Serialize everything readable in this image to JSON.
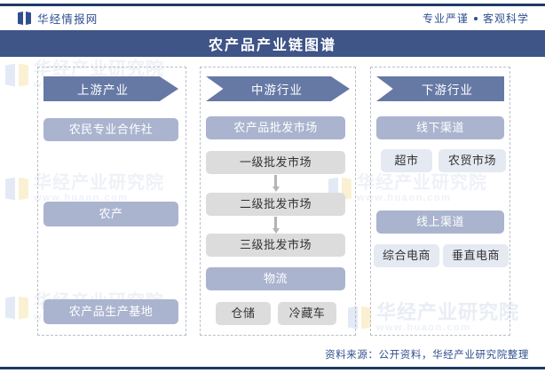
{
  "header": {
    "brand_icon": "book-logo-icon",
    "brand_name": "华经情报网",
    "slogan_left": "专业严谨",
    "slogan_right": "客观科学"
  },
  "title": "农产品产业链图谱",
  "columns": [
    {
      "key": "upstream",
      "heading": "上游产业",
      "items": [
        {
          "label": "农民专业合作社",
          "style": "blue"
        },
        {
          "label": "农产",
          "style": "blue"
        },
        {
          "label": "农产品生产基地",
          "style": "blue"
        }
      ]
    },
    {
      "key": "midstream",
      "heading": "中游行业",
      "items": [
        {
          "label": "农产品批发市场",
          "style": "blue"
        },
        {
          "label": "一级批发市场",
          "style": "gray"
        },
        {
          "label": "二级批发市场",
          "style": "gray"
        },
        {
          "label": "三级批发市场",
          "style": "gray"
        },
        {
          "label": "物流",
          "style": "blue"
        },
        {
          "label": "仓储",
          "style": "gray"
        },
        {
          "label": "冷藏车",
          "style": "gray"
        }
      ]
    },
    {
      "key": "downstream",
      "heading": "下游行业",
      "items": [
        {
          "label": "线下渠道",
          "style": "blue"
        },
        {
          "label": "超市",
          "style": "pale"
        },
        {
          "label": "农贸市场",
          "style": "pale"
        },
        {
          "label": "线上渠道",
          "style": "blue"
        },
        {
          "label": "综合电商",
          "style": "pale"
        },
        {
          "label": "垂直电商",
          "style": "pale"
        }
      ]
    }
  ],
  "watermark": {
    "text": "华经产业研究院",
    "url": "www.huaon.com"
  },
  "footer": {
    "source": "资料来源：公开资料，华经产业研究院整理"
  },
  "colors": {
    "brand": "#2f4f8f",
    "title_band": "#3f5487",
    "chevron": "#6679a5",
    "box_blue": "#aab4cf",
    "box_gray": "#dcdcdc",
    "box_pale": "#e4e9f2",
    "rule": "#1f3a68"
  }
}
